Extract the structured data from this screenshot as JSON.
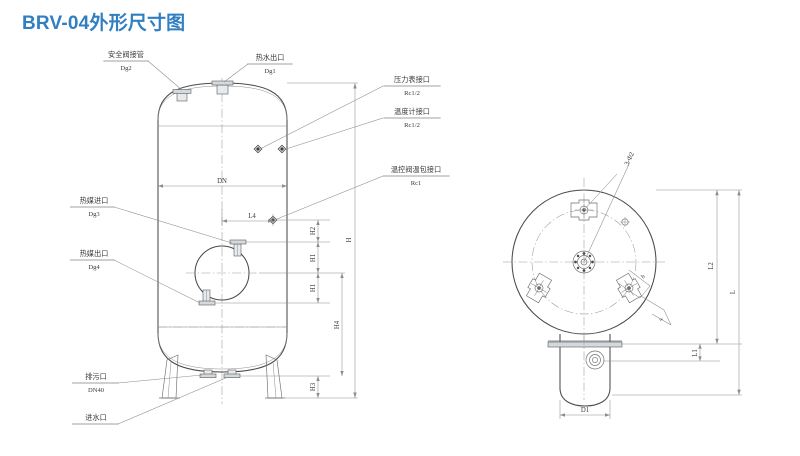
{
  "title": "BRV-04外形尺寸图",
  "accent_color": "#2f7fc1",
  "line_color": "#4a4a4a",
  "views": {
    "front": {
      "name": "front-elevation-view"
    },
    "top": {
      "name": "top-plan-view"
    }
  },
  "callouts": [
    {
      "key": "safety_valve",
      "name": "safety-valve-nozzle",
      "label": "安全阀接管",
      "code": "Dg2"
    },
    {
      "key": "hot_water_out",
      "name": "hot-water-outlet-nozzle",
      "label": "热水出口",
      "code": "Dg1"
    },
    {
      "key": "pressure_gauge",
      "name": "pressure-gauge-port",
      "label": "压力表接口",
      "code": "Rc1/2"
    },
    {
      "key": "thermometer",
      "name": "thermometer-port",
      "label": "温度计接口",
      "code": "Rc1/2"
    },
    {
      "key": "thermo_bulb",
      "name": "thermostatic-bulb-port",
      "label": "温控阀温包接口",
      "code": "Rc1"
    },
    {
      "key": "medium_in",
      "name": "heating-medium-inlet",
      "label": "热媒进口",
      "code": "Dg3"
    },
    {
      "key": "medium_out",
      "name": "heating-medium-outlet",
      "label": "热媒出口",
      "code": "Dg4"
    },
    {
      "key": "drain",
      "name": "drain-port",
      "label": "排污口",
      "code": "DN40"
    },
    {
      "key": "water_in",
      "name": "water-inlet-port",
      "label": "进水口",
      "code": ""
    }
  ],
  "dimensions": {
    "dn": "DN",
    "l4": "L4",
    "h": "H",
    "h1a": "H1",
    "h1b": "H1",
    "h2": "H2",
    "h3": "H3",
    "h4": "H4",
    "l": "L",
    "l1": "L1",
    "l2": "L2",
    "d1": "D1",
    "bolt_note": "3-Φ2",
    "pad_a": "a",
    "pad_b": "b"
  }
}
